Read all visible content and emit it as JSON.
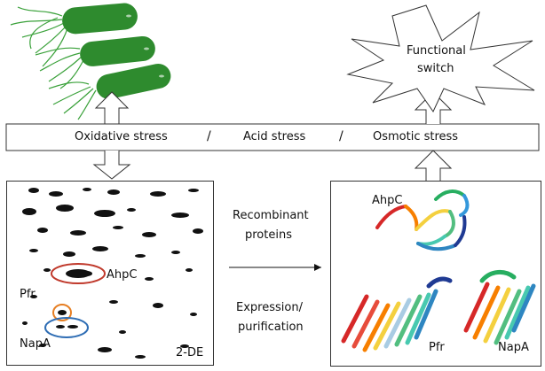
{
  "stress_bar": {
    "oxidative": "Oxidative stress",
    "separator1": "/",
    "acid": "Acid stress",
    "separator2": "/",
    "osmotic": "Osmotic stress"
  },
  "switch_burst": {
    "line1": "Functional",
    "line2": "switch"
  },
  "gel_panel": {
    "ahpc_label": "AhpC",
    "pfr_label": "Pfr",
    "napa_label": "NapA",
    "method_label": "2-DE",
    "colors": {
      "ahpc_circle": "#c0392b",
      "pfr_circle": "#e67e22",
      "napa_circle": "#2e6db4"
    }
  },
  "middle_text": {
    "recombinant_line1": "Recombinant",
    "recombinant_line2": "proteins",
    "expression_line1": "Expression/",
    "expression_line2": "purification"
  },
  "structure_panel": {
    "ahpc_label": "AhpC",
    "pfr_label": "Pfr",
    "napa_label": "NapA"
  },
  "icons": {
    "bacteria": "bacteria-icon",
    "burst": "burst-shape",
    "arrows": "arrow-icon"
  },
  "colors": {
    "bacteria_body": "#2e8b2e",
    "flagella": "#3aa13a"
  }
}
